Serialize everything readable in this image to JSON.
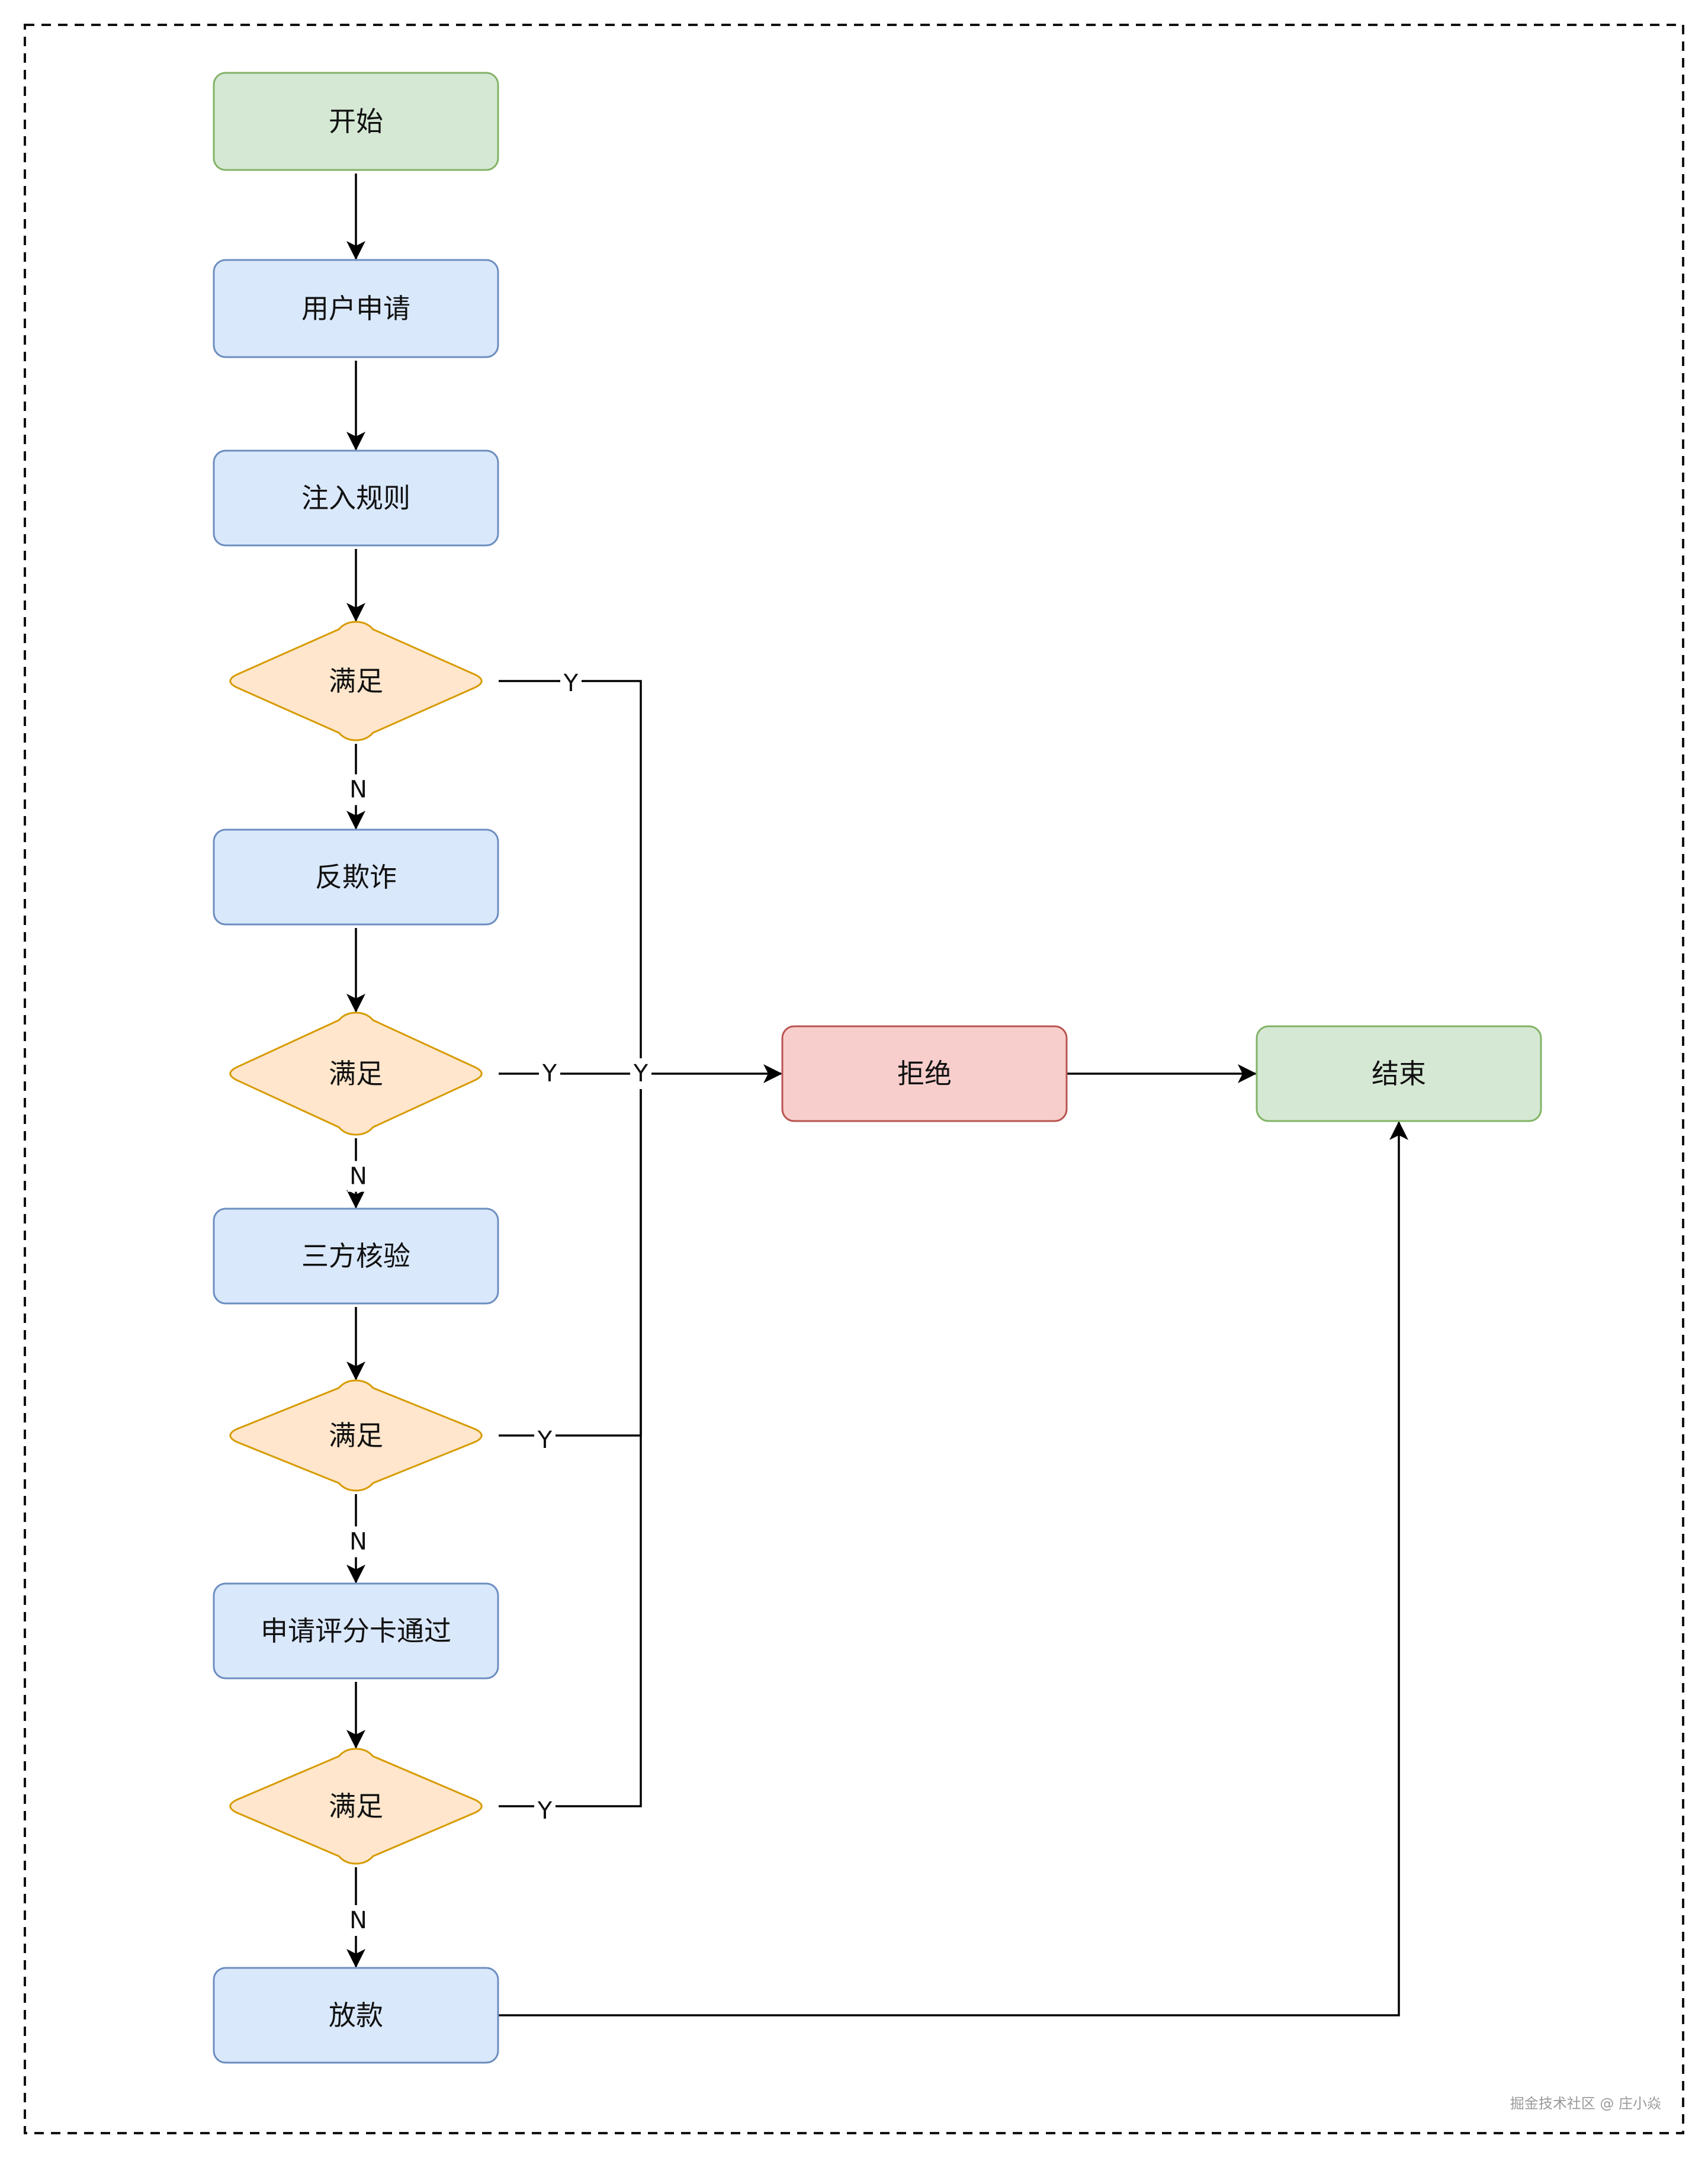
{
  "nodes": {
    "start": {
      "label": "开始",
      "shape": "rounded-rect",
      "fill": "#d5e8d4",
      "stroke": "#82b366"
    },
    "apply": {
      "label": "用户申请",
      "shape": "rounded-rect",
      "fill": "#dae8fc",
      "stroke": "#6c8ebf"
    },
    "rules": {
      "label": "注入规则",
      "shape": "rounded-rect",
      "fill": "#dae8fc",
      "stroke": "#6c8ebf"
    },
    "decision1": {
      "label": "满足",
      "shape": "diamond",
      "fill": "#ffe6cc",
      "stroke": "#d79b00"
    },
    "antifraud": {
      "label": "反欺诈",
      "shape": "rounded-rect",
      "fill": "#dae8fc",
      "stroke": "#6c8ebf"
    },
    "decision2": {
      "label": "满足",
      "shape": "diamond",
      "fill": "#ffe6cc",
      "stroke": "#d79b00"
    },
    "verify": {
      "label": "三方核验",
      "shape": "rounded-rect",
      "fill": "#dae8fc",
      "stroke": "#6c8ebf"
    },
    "decision3": {
      "label": "满足",
      "shape": "diamond",
      "fill": "#ffe6cc",
      "stroke": "#d79b00"
    },
    "scorecard": {
      "label": "申请评分卡通过",
      "shape": "rounded-rect",
      "fill": "#dae8fc",
      "stroke": "#6c8ebf"
    },
    "decision4": {
      "label": "满足",
      "shape": "diamond",
      "fill": "#ffe6cc",
      "stroke": "#d79b00"
    },
    "loan": {
      "label": "放款",
      "shape": "rounded-rect",
      "fill": "#dae8fc",
      "stroke": "#6c8ebf"
    },
    "reject": {
      "label": "拒绝",
      "shape": "rounded-rect",
      "fill": "#f8cecc",
      "stroke": "#b85450"
    },
    "end": {
      "label": "结束",
      "shape": "rounded-rect",
      "fill": "#d5e8d4",
      "stroke": "#82b366"
    }
  },
  "edges": [
    {
      "id": "start-apply",
      "from": "start",
      "to": "apply",
      "label": ""
    },
    {
      "id": "apply-rules",
      "from": "apply",
      "to": "rules",
      "label": ""
    },
    {
      "id": "rules-decision1",
      "from": "rules",
      "to": "decision1",
      "label": ""
    },
    {
      "id": "decision1-antifraud",
      "from": "decision1",
      "to": "antifraud",
      "label": "N"
    },
    {
      "id": "antifraud-decision2",
      "from": "antifraud",
      "to": "decision2",
      "label": ""
    },
    {
      "id": "decision2-verify",
      "from": "decision2",
      "to": "verify",
      "label": "N"
    },
    {
      "id": "verify-decision3",
      "from": "verify",
      "to": "decision3",
      "label": ""
    },
    {
      "id": "decision3-scorecard",
      "from": "decision3",
      "to": "scorecard",
      "label": "N"
    },
    {
      "id": "scorecard-decision4",
      "from": "scorecard",
      "to": "decision4",
      "label": ""
    },
    {
      "id": "decision4-loan",
      "from": "decision4",
      "to": "loan",
      "label": "N"
    },
    {
      "id": "decision1-reject",
      "from": "decision1",
      "to": "reject",
      "label": "Y",
      "extra_label": "Y"
    },
    {
      "id": "decision2-reject",
      "from": "decision2",
      "to": "reject",
      "label": "Y"
    },
    {
      "id": "decision3-reject",
      "from": "decision3",
      "to": "reject",
      "label": "Y"
    },
    {
      "id": "decision4-reject",
      "from": "decision4",
      "to": "reject",
      "label": "Y"
    },
    {
      "id": "reject-end",
      "from": "reject",
      "to": "end",
      "label": ""
    },
    {
      "id": "loan-end",
      "from": "loan",
      "to": "end",
      "label": ""
    }
  ],
  "frame": {
    "style": "dashed",
    "color": "#111111"
  },
  "watermark": "掘金技术社区 @ 庄小焱"
}
